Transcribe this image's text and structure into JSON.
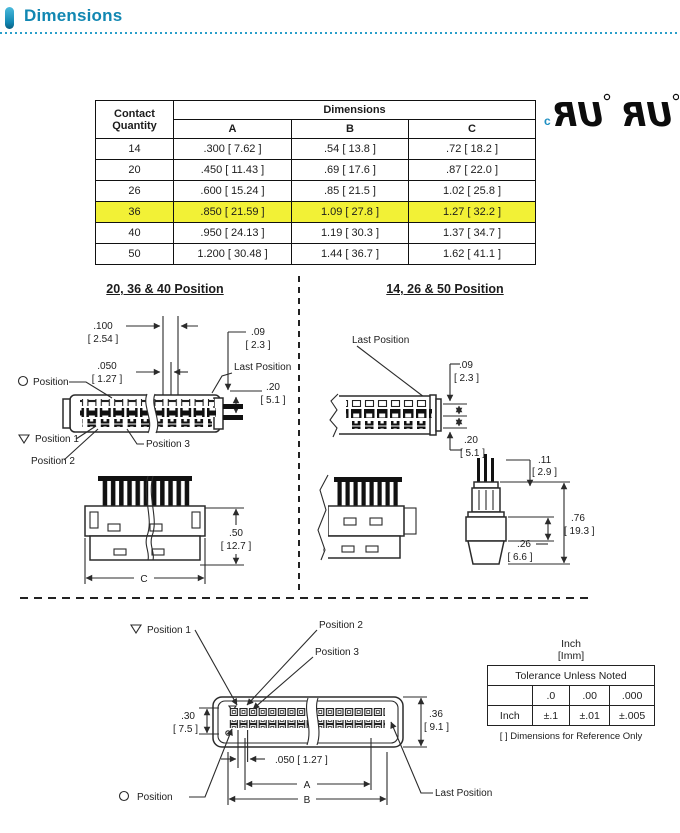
{
  "colors": {
    "accent": "#1187b2",
    "accent-light": "#4cbbdd",
    "dot": "#2a9fc9",
    "highlight": "#f2f136",
    "cmark": "#1d8fc2"
  },
  "header": {
    "title": "Dimensions"
  },
  "spec_table": {
    "qty_header_line1": "Contact",
    "qty_header_line2": "Quantity",
    "group_header": "Dimensions",
    "columns": {
      "a": "A",
      "b": "B",
      "c": "C"
    },
    "rows": [
      {
        "qty": "14",
        "a": ".300 [ 7.62 ]",
        "b": ".54 [ 13.8 ]",
        "c": ".72 [ 18.2 ]"
      },
      {
        "qty": "20",
        "a": ".450 [ 11.43 ]",
        "b": ".69 [ 17.6 ]",
        "c": ".87 [ 22.0 ]"
      },
      {
        "qty": "26",
        "a": ".600 [ 15.24 ]",
        "b": ".85 [ 21.5 ]",
        "c": "1.02 [ 25.8 ]"
      },
      {
        "qty": "36",
        "a": ".850 [ 21.59 ]",
        "b": "1.09 [ 27.8 ]",
        "c": "1.27 [ 32.2 ]"
      },
      {
        "qty": "40",
        "a": ".950 [ 24.13 ]",
        "b": "1.19 [ 30.3 ]",
        "c": "1.37 [ 34.7 ]"
      },
      {
        "qty": "50",
        "a": "1.200 [ 30.48 ]",
        "b": "1.44 [ 36.7 ]",
        "c": "1.62 [ 41.1 ]"
      }
    ],
    "highlighted_qty": "36"
  },
  "certification": {
    "mark": "UR",
    "c_prefix": "c",
    "registered": "®"
  },
  "left_section": {
    "title": "20, 36 & 40 Position",
    "front": {
      "dim_100_in": ".100",
      "dim_100_mm": "[ 2.54 ]",
      "dim_050_in": ".050",
      "dim_050_mm": "[ 1.27 ]",
      "dim_09_in": ".09",
      "dim_09_mm": "[ 2.3 ]",
      "dim_20_in": ".20",
      "dim_20_mm": "[ 5.1 ]",
      "label_position": "Position",
      "label_position1": "Position 1",
      "label_position2": "Position 2",
      "label_position3": "Position 3",
      "label_last_position": "Last Position"
    },
    "side": {
      "dim_50_in": ".50",
      "dim_50_mm": "[ 12.7 ]",
      "dim_c": "C"
    }
  },
  "right_section": {
    "title": "14, 26 & 50 Position",
    "front": {
      "label_last_position": "Last Position",
      "dim_09_in": ".09",
      "dim_09_mm": "[ 2.3 ]",
      "dim_20_in": ".20",
      "dim_20_mm": "[ 5.1 ]"
    },
    "end": {
      "dim_11_in": ".11",
      "dim_11_mm": "[ 2.9 ]",
      "dim_76_in": ".76",
      "dim_76_mm": "[ 19.3 ]",
      "dim_26_in": ".26",
      "dim_26_mm": "[ 6.6 ]"
    }
  },
  "bottom_section": {
    "label_position1": "Position 1",
    "label_position2": "Position 2",
    "label_position3": "Position 3",
    "label_position": "Position",
    "label_last_position": "Last Position",
    "dim_30_in": ".30",
    "dim_30_mm": "[ 7.5 ]",
    "dim_36_in": ".36",
    "dim_36_mm": "[ 9.1 ]",
    "dim_050": ".050 [ 1.27 ]",
    "dim_a": "A",
    "dim_b": "B"
  },
  "tolerance": {
    "title_line1": "Inch",
    "title_line2": "[Imm]",
    "header": "Tolerance Unless Noted",
    "col1": ".0",
    "col2": ".00",
    "col3": ".000",
    "row_label": "Inch",
    "val1": "±.1",
    "val2": "±.01",
    "val3": "±.005",
    "note": "[ ] Dimensions for Reference Only"
  }
}
